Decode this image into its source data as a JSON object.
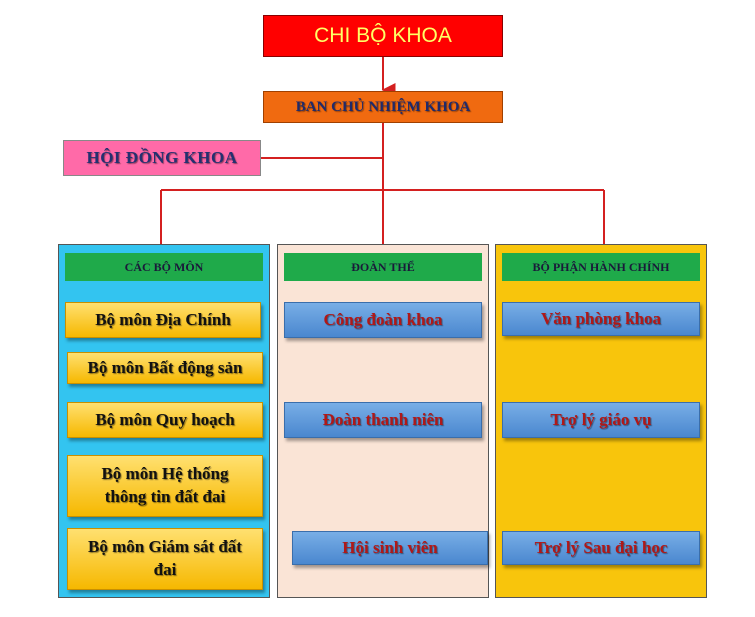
{
  "top": {
    "chi_bo": "CHI BỘ KHOA",
    "ban_chu_nhiem": "BAN CHỦ NHIỆM KHOA",
    "hoi_dong": "HỘI ĐỒNG KHOA"
  },
  "columns": {
    "bo_mon": {
      "header": "CÁC BỘ MÔN",
      "items": [
        "Bộ môn Địa Chính",
        "Bộ môn Bất động sản",
        "Bộ môn Quy hoạch",
        "Bộ môn Hệ thống thông tin đất đai",
        "Bộ môn Giám sát đất đai"
      ]
    },
    "doan_the": {
      "header": "ĐOÀN THỂ",
      "items": [
        "Công đoàn khoa",
        "Đoàn thanh niên",
        "Hội sinh viên"
      ]
    },
    "hanh_chinh": {
      "header": "BỘ PHẬN HÀNH CHÍNH",
      "items": [
        "Văn phòng khoa",
        "Trợ lý giáo vụ",
        "Trợ lý Sau đại học"
      ]
    }
  },
  "colors": {
    "connector": "#d42020"
  }
}
